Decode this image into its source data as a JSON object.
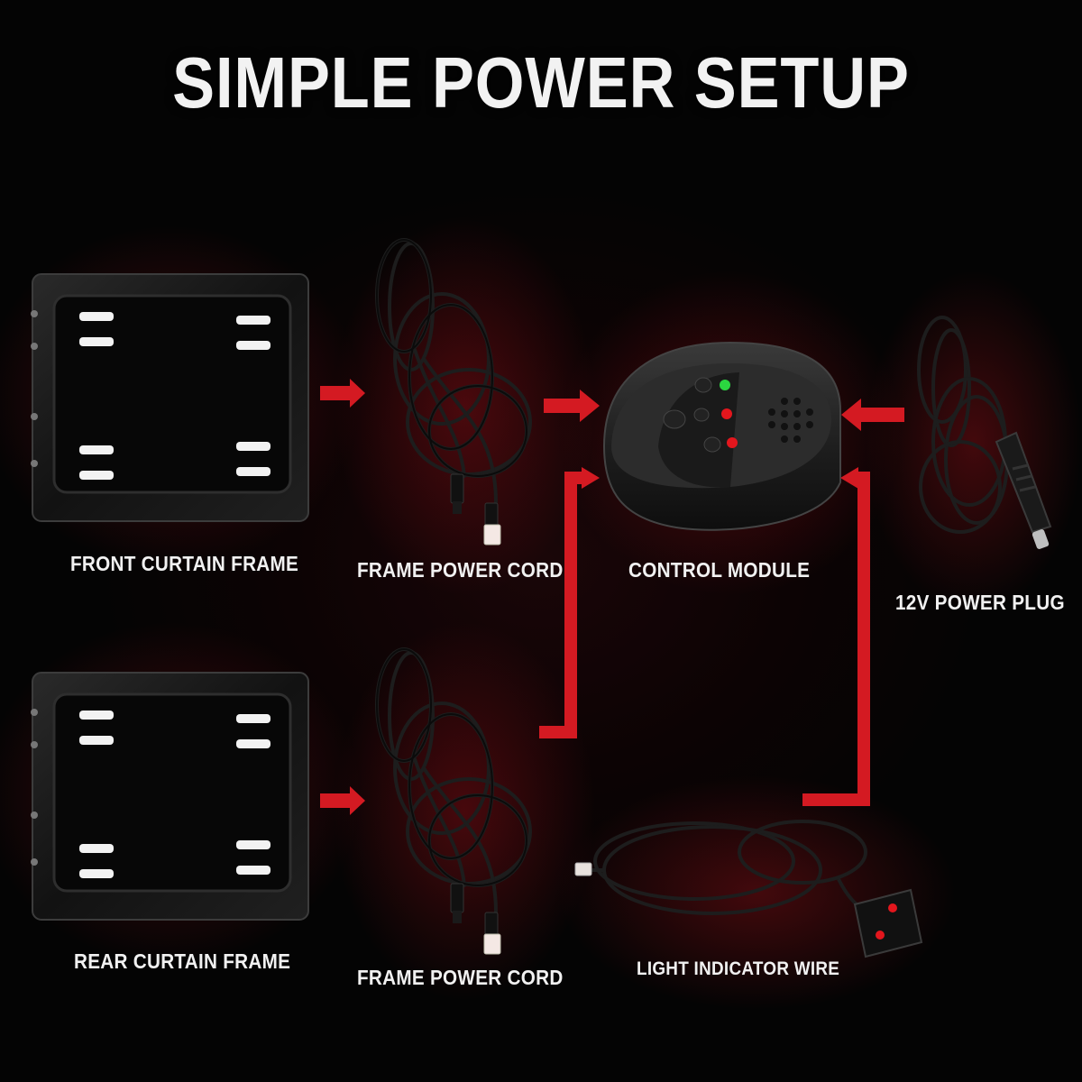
{
  "title": "SIMPLE POWER SETUP",
  "colors": {
    "background": "#050505",
    "accent_red": "#d41a22",
    "text": "#f1f1f1",
    "led_green": "#2bd640",
    "led_red": "#e3161d"
  },
  "components": {
    "front_frame": "FRONT CURTAIN FRAME",
    "rear_frame": "REAR CURTAIN FRAME",
    "frame_cord_top": "FRAME POWER CORD",
    "frame_cord_bottom": "FRAME POWER CORD",
    "control_module": "CONTROL MODULE",
    "power_plug": "12V POWER PLUG",
    "indicator_wire": "LIGHT INDICATOR WIRE"
  }
}
